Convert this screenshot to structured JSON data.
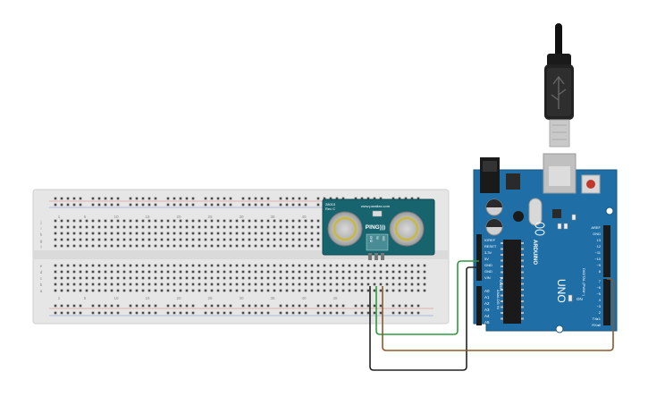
{
  "circuit": {
    "sensor": {
      "model": "28015",
      "rev": "Rev C",
      "url": "www.parallax.com",
      "name": "PING)))",
      "pins": [
        "GND",
        "5V",
        "SIG"
      ]
    },
    "breadboard": {
      "row_numbers": [
        "1",
        "5",
        "10",
        "15",
        "20",
        "25",
        "30",
        "35",
        "40",
        "45"
      ],
      "top_letters": [
        "j",
        "i",
        "h",
        "g",
        "f"
      ],
      "bottom_letters": [
        "e",
        "d",
        "c",
        "b",
        "a"
      ]
    },
    "arduino": {
      "brand": "ARDUINO",
      "model": "UNO",
      "on_label": "ON",
      "power_header_title": "POWER",
      "power_pins": [
        "IOREF",
        "RESET",
        "3.3V",
        "5V",
        "GND",
        "GND",
        "VIN"
      ],
      "analog_header_title": "ANALOG IN",
      "analog_pins": [
        "A0",
        "A1",
        "A2",
        "A3",
        "A4",
        "A5"
      ],
      "digital_header_title": "DIGITAL (PWM~)",
      "digital_pins": [
        "AREF",
        "GND",
        "13",
        "12",
        "~11",
        "~10",
        "~9",
        "8",
        "7",
        "~6",
        "~5",
        "4",
        "~3",
        "2",
        "TX▸1",
        "RX◂0"
      ]
    },
    "colors": {
      "board_blue": "#1f6fa6",
      "sensor_teal": "#17646f",
      "wire_green": "#2f9a3a",
      "wire_brown": "#8a5a2b",
      "wire_black": "#222222"
    }
  }
}
